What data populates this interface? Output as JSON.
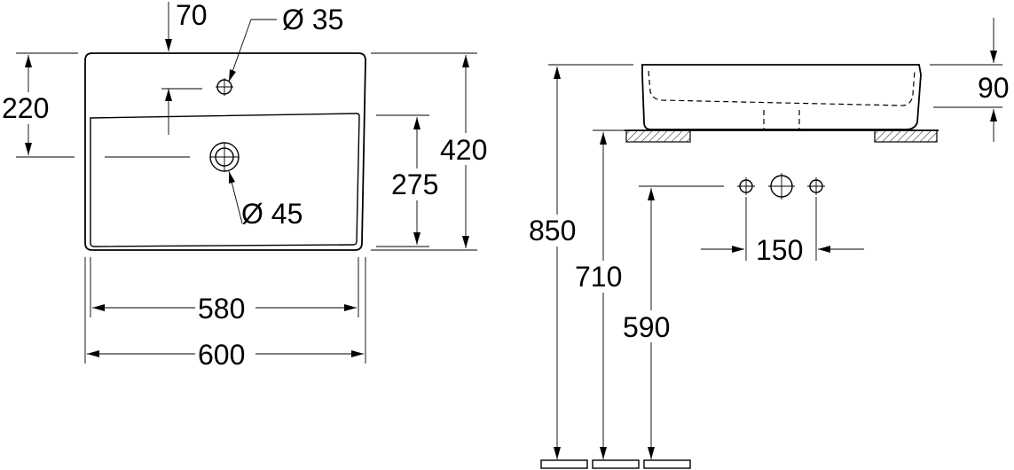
{
  "dimensions": {
    "tap_offset": "70",
    "tap_hole_diameter": "Ø 35",
    "waste_diameter": "Ø 45",
    "tap_to_waste": "220",
    "total_depth": "420",
    "bowl_depth": "275",
    "inner_width": "580",
    "outer_width": "600",
    "basin_height": "90",
    "rim_height": "850",
    "counter_height": "710",
    "tap_height": "590",
    "tap_spacing": "150"
  },
  "colors": {
    "line": "#000000",
    "background": "#ffffff"
  }
}
